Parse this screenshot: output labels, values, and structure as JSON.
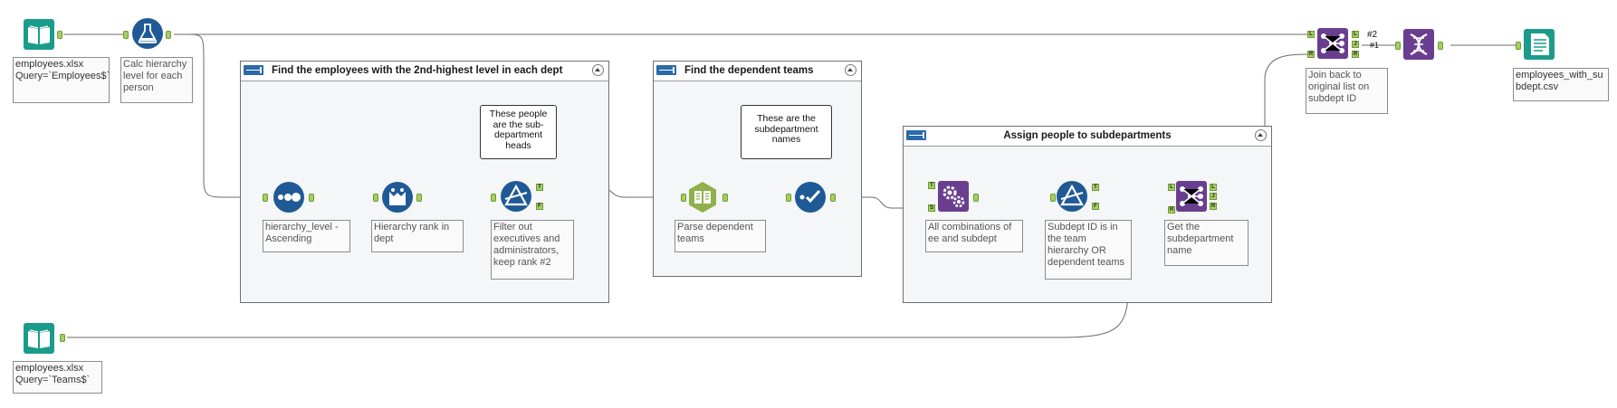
{
  "containers": {
    "find_second": {
      "title": "Find the employees with the 2nd-highest level in each dept"
    },
    "find_dependent": {
      "title": "Find the dependent teams"
    },
    "assign": {
      "title": "Assign people to subdepartments"
    }
  },
  "comments": {
    "subdept_heads": "These people are the sub-department heads",
    "subdept_names": "These are the subdepartment names"
  },
  "tools": {
    "input_employees": {
      "icon": "book-icon",
      "label": "employees.xlsx Query=`Employees$`",
      "color": "#1b9c8b"
    },
    "formula_hierarchy": {
      "icon": "flask-icon",
      "label": "Calc hierarchy level for each person",
      "color": "#1f5a96"
    },
    "sort_hierarchy": {
      "icon": "dots-icon",
      "label": "hierarchy_level - Ascending",
      "color": "#1f5a96"
    },
    "tile_rank": {
      "icon": "tile-icon",
      "label": "Hierarchy rank in dept",
      "color": "#1f5a96"
    },
    "filter_rank2": {
      "icon": "filter-icon",
      "label": "Filter out executives and administrators, keep rank #2",
      "color": "#1f5a96"
    },
    "text_to_columns": {
      "icon": "parse-icon",
      "label": "Parse dependent teams",
      "color": "#8fb04a"
    },
    "select_dependent": {
      "icon": "select-icon",
      "label": "",
      "color": "#1f5a96"
    },
    "append_fields": {
      "icon": "gears-icon",
      "label": "All combinations of ee and subdept",
      "color": "#6a3e8f"
    },
    "filter_subdept": {
      "icon": "filter-icon",
      "label": "Subdept ID is in the team hierarchy OR dependent teams",
      "color": "#1f5a96"
    },
    "join_subdept": {
      "icon": "join-icon",
      "label": "Get the subdepartment name",
      "color": "#6a3e8f"
    },
    "join_back": {
      "icon": "join-icon",
      "label": "Join back to original list on subdept ID",
      "color": "#6a3e8f"
    },
    "union_dna": {
      "icon": "dna-icon",
      "label": "",
      "color": "#6a3e8f"
    },
    "output_csv": {
      "icon": "output-icon",
      "label": "employees_with_subdept.csv",
      "color": "#1b9c8b"
    },
    "input_teams": {
      "icon": "book-icon",
      "label": "employees.xlsx Query=`Teams$`",
      "color": "#1b9c8b"
    }
  },
  "anchor_tags": {
    "true": "T",
    "false": "F",
    "left": "L",
    "join": "J",
    "right": "R",
    "source": "S"
  },
  "union_ranks": {
    "first": "#2",
    "second": "#1"
  },
  "colors": {
    "anchor": "#a4cf65",
    "wire": "#6b6b6b",
    "container_bg": "#f4f6f8"
  }
}
